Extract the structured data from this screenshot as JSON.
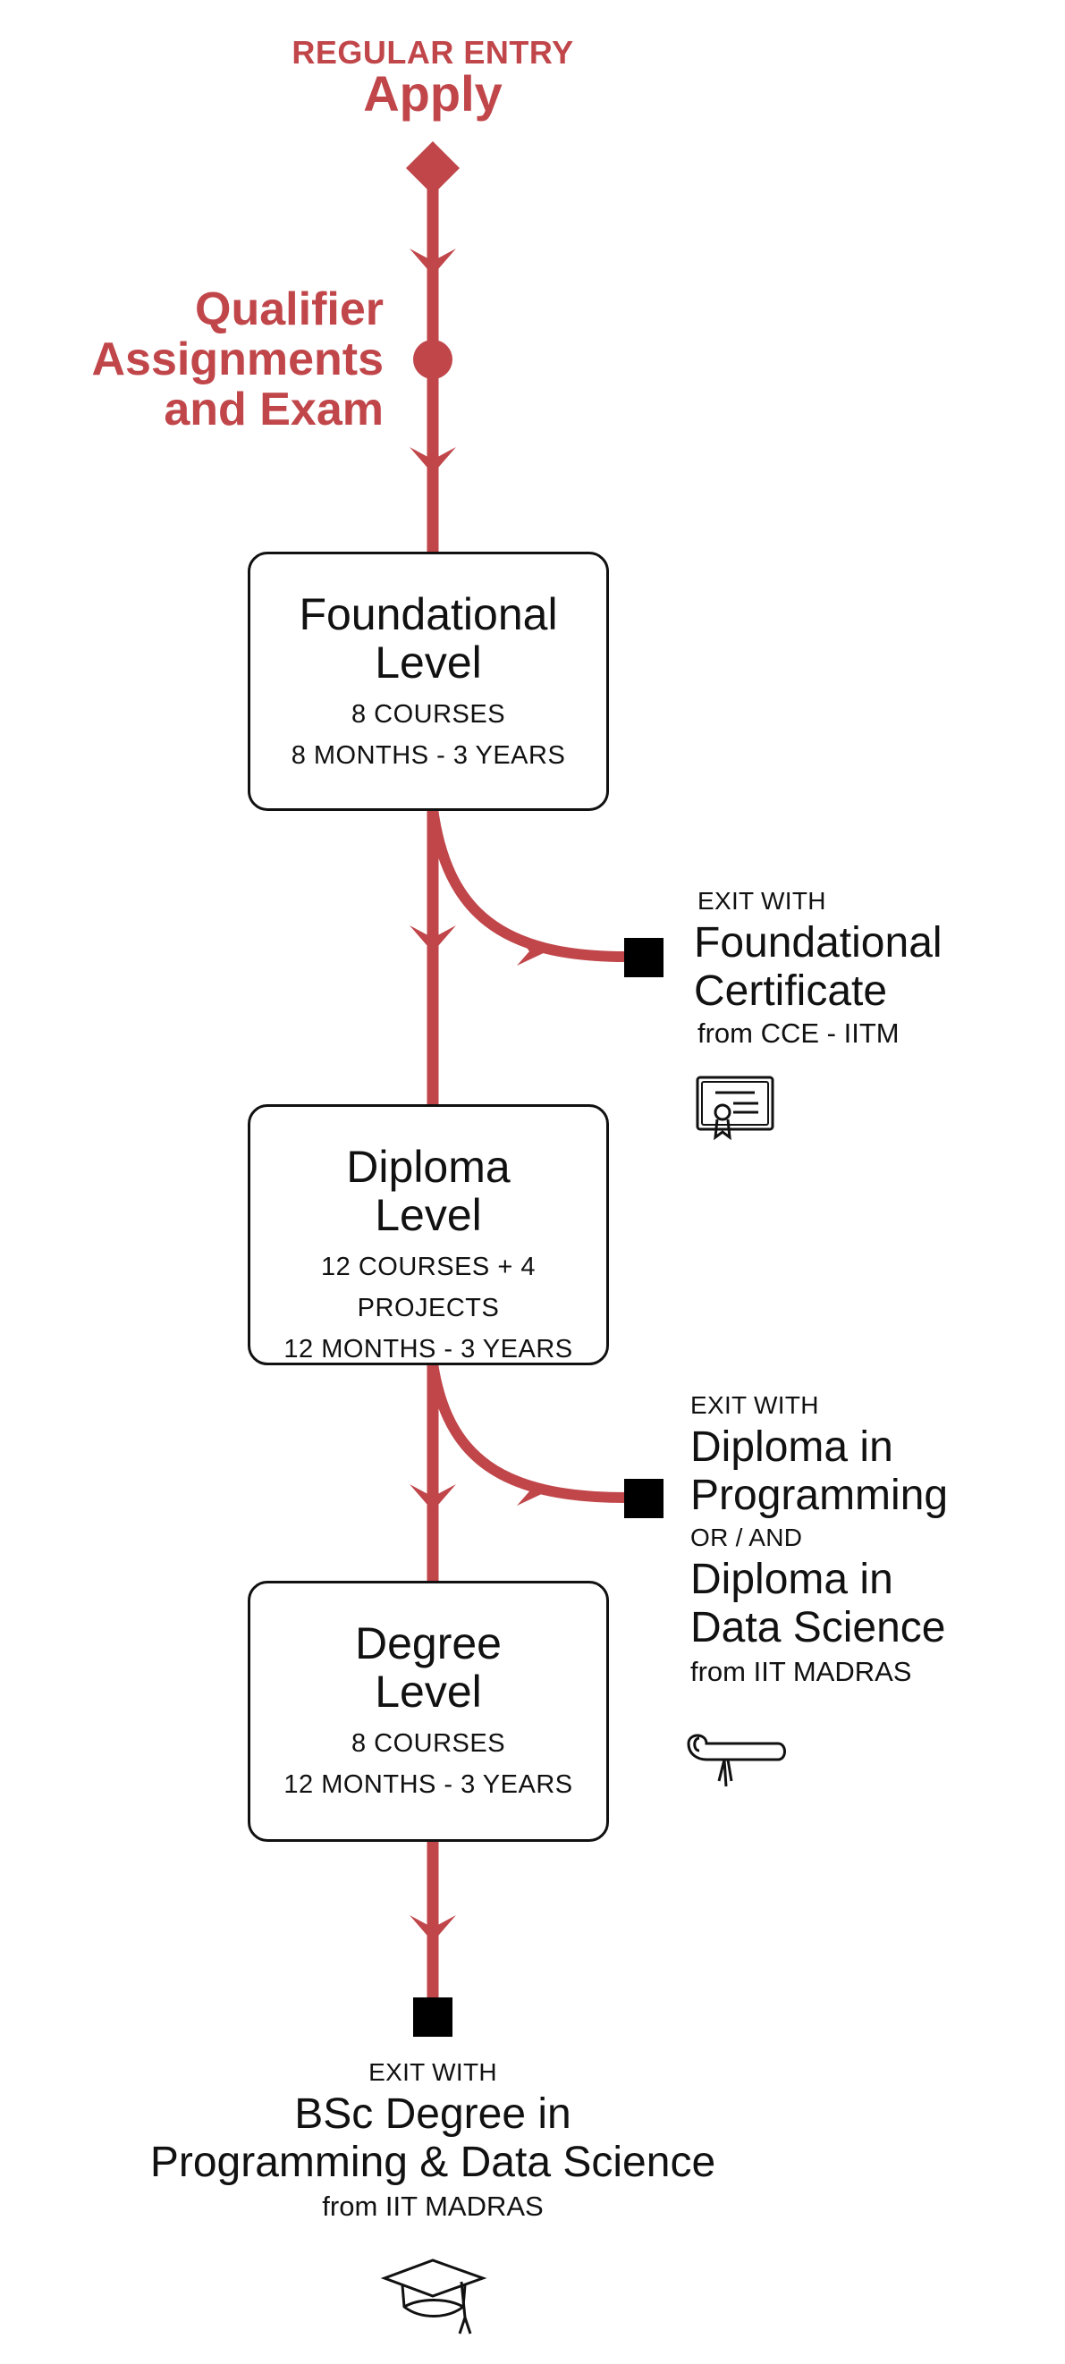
{
  "entry": {
    "caption": "REGULAR ENTRY",
    "title": "Apply"
  },
  "qualifier": {
    "line1": "Qualifier",
    "line2": "Assignments",
    "line3": "and Exam"
  },
  "levels": [
    {
      "title1": "Foundational",
      "title2": "Level",
      "meta1": "8 COURSES",
      "meta2": "8 MONTHS - 3 YEARS"
    },
    {
      "title1": "Diploma",
      "title2": "Level",
      "meta1": "12 COURSES + 4 PROJECTS",
      "meta2": "12 MONTHS - 3 YEARS"
    },
    {
      "title1": "Degree",
      "title2": "Level",
      "meta1": "8 COURSES",
      "meta2": "12 MONTHS - 3 YEARS"
    }
  ],
  "exits": {
    "foundational": {
      "caption": "EXIT WITH",
      "line1": "Foundational",
      "line2": "Certificate",
      "source": "from CCE - IITM",
      "icon": "certificate-icon"
    },
    "diploma": {
      "caption": "EXIT WITH",
      "line1": "Diploma in",
      "line2": "Programming",
      "or": "OR / AND",
      "line3": "Diploma in",
      "line4": "Data Science",
      "source": "from IIT MADRAS",
      "icon": "scroll-icon"
    },
    "degree": {
      "caption": "EXIT WITH",
      "line1": "BSc Degree in",
      "line2": "Programming & Data Science",
      "source": "from IIT MADRAS",
      "icon": "graduation-cap-icon"
    }
  },
  "colors": {
    "accent": "#c0464a",
    "box_border": "#111111",
    "exit_marker": "#000000"
  }
}
